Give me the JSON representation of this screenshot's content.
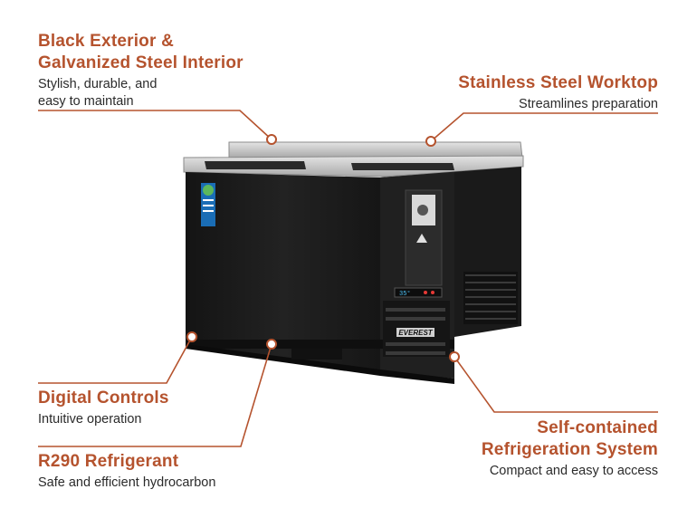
{
  "features": {
    "exterior": {
      "title": "Black Exterior &\nGalvanized Steel Interior",
      "desc": "Stylish, durable, and\neasy to maintain"
    },
    "worktop": {
      "title": "Stainless Steel Worktop",
      "desc": "Streamlines preparation"
    },
    "digital": {
      "title": "Digital Controls",
      "desc": "Intuitive operation"
    },
    "refrigerant": {
      "title": "R290 Refrigerant",
      "desc": "Safe and efficient hydrocarbon"
    },
    "system": {
      "title": "Self-contained\nRefrigeration System",
      "desc": "Compact and easy to access"
    }
  },
  "product": {
    "brand": "EVEREST",
    "display_reading": "35°"
  },
  "colors": {
    "accent": "#b5532e",
    "text": "#2b2b2b",
    "cabinet": "#1c1c1c",
    "steel": "#c8c8c8"
  }
}
